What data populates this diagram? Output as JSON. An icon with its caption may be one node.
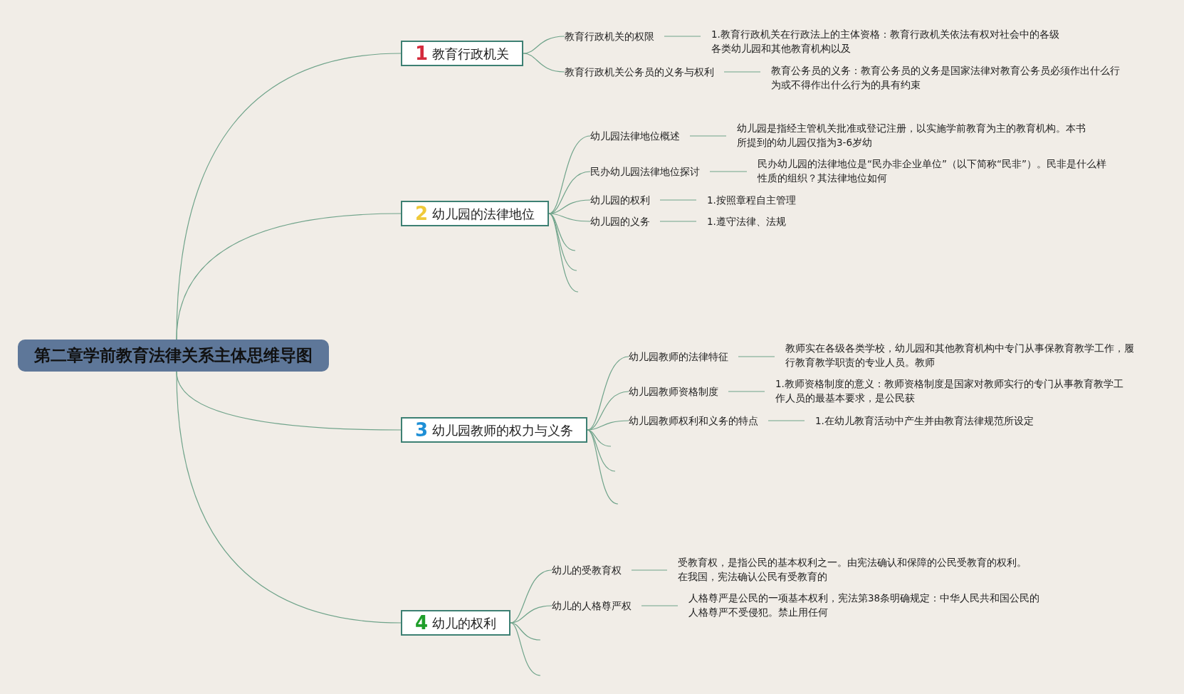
{
  "diagram": {
    "nodes": [
      {
        "text": [
          "第二章学前教育法律关系主体思维导图"
        ]
      },
      {
        "text": [
          "1",
          "教育行政机关"
        ]
      },
      {
        "text": [
          "教育行政机关的权限"
        ]
      },
      {
        "text": [
          "1.教育行政机关在行政法上的主体资格：教育行政机关依法有权对社会中的各级各类幼儿园和其他教育机构以及"
        ]
      },
      {
        "text": [
          "教育行政机关公务员的义务与权利"
        ]
      },
      {
        "text": [
          "教育公务员的义务：教育公务员的义务是国家法律对教育公务员必须作出什么行为或不得作出什么行为的具有约束"
        ]
      },
      {
        "text": [
          "2",
          "幼儿园的法律地位"
        ]
      },
      {
        "text": [
          "幼儿园法律地位概述"
        ]
      },
      {
        "text": [
          "幼儿园是指经主管机关批准或登记注册，以实施学前教育为主的教育机构。本书所提到的幼儿园仅指为3-6岁幼"
        ]
      },
      {
        "text": [
          "民办幼儿园法律地位探讨"
        ]
      },
      {
        "text": [
          "民办幼儿园的法律地位是“民办非企业单位”（以下简称“民非”）。民非是什么样性质的组织？其法律地位如何"
        ]
      },
      {
        "text": [
          "幼儿园的权利"
        ]
      },
      {
        "text": [
          "1.按照章程自主管理"
        ]
      },
      {
        "text": [
          "幼儿园的义务"
        ]
      },
      {
        "text": [
          "1.遵守法律、法规"
        ]
      },
      {
        "text": [
          "3",
          "幼儿园教师的权力与义务"
        ]
      },
      {
        "text": [
          "幼儿园教师的法律特征"
        ]
      },
      {
        "text": [
          "教师实在各级各类学校，幼儿园和其他教育机构中专门从事保教育教学工作，履行教育教学职责的专业人员。教师"
        ]
      },
      {
        "text": [
          "幼儿园教师资格制度"
        ]
      },
      {
        "text": [
          "1.教师资格制度的意义：教师资格制度是国家对教师实行的专门从事教育教学工作人员的最基本要求，是公民获"
        ]
      },
      {
        "text": [
          "幼儿园教师权利和义务的特点"
        ]
      },
      {
        "text": [
          "1.在幼儿教育活动中产生并由教育法律规范所设定"
        ]
      },
      {
        "text": [
          "4",
          "幼儿的权利"
        ]
      },
      {
        "text": [
          "幼儿的受教育权"
        ]
      },
      {
        "text": [
          "受教育权，是指公民的基本权利之一。由宪法确认和保障的公民受教育的权利。在我国，宪法确认公民有受教育的"
        ]
      },
      {
        "text": [
          "幼儿的人格尊严权"
        ]
      },
      {
        "text": [
          "人格尊严是公民的一项基本权利，宪法第38条明确规定：中华人民共和国公民的人格尊严不受侵犯。禁止用任何"
        ]
      }
    ],
    "edges": [
      {
        "from": 0,
        "to": 1,
        "arrow": "none"
      },
      {
        "from": 0,
        "to": 6,
        "arrow": "none"
      },
      {
        "from": 0,
        "to": 15,
        "arrow": "none"
      },
      {
        "from": 0,
        "to": 22,
        "arrow": "none"
      },
      {
        "from": 1,
        "to": 2,
        "arrow": "none"
      },
      {
        "from": 1,
        "to": 4,
        "arrow": "none"
      },
      {
        "from": 2,
        "to": 3,
        "arrow": "none"
      },
      {
        "from": 4,
        "to": 5,
        "arrow": "none"
      },
      {
        "from": 6,
        "to": 7,
        "arrow": "none"
      },
      {
        "from": 6,
        "to": 9,
        "arrow": "none"
      },
      {
        "from": 6,
        "to": 11,
        "arrow": "none"
      },
      {
        "from": 6,
        "to": 13,
        "arrow": "none"
      },
      {
        "from": 6,
        "to": null,
        "arrow": "none"
      },
      {
        "from": 6,
        "to": null,
        "arrow": "none"
      },
      {
        "from": 6,
        "to": null,
        "arrow": "none"
      },
      {
        "from": 7,
        "to": 8,
        "arrow": "none"
      },
      {
        "from": 9,
        "to": 10,
        "arrow": "none"
      },
      {
        "from": 11,
        "to": 12,
        "arrow": "none"
      },
      {
        "from": 13,
        "to": 14,
        "arrow": "none"
      },
      {
        "from": 15,
        "to": 16,
        "arrow": "none"
      },
      {
        "from": 15,
        "to": 18,
        "arrow": "none"
      },
      {
        "from": 15,
        "to": 20,
        "arrow": "none"
      },
      {
        "from": 15,
        "to": null,
        "arrow": "none"
      },
      {
        "from": 15,
        "to": null,
        "arrow": "none"
      },
      {
        "from": 15,
        "to": null,
        "arrow": "none"
      },
      {
        "from": 16,
        "to": 17,
        "arrow": "none"
      },
      {
        "from": 18,
        "to": 19,
        "arrow": "none"
      },
      {
        "from": 20,
        "to": 21,
        "arrow": "none"
      },
      {
        "from": 22,
        "to": 23,
        "arrow": "none"
      },
      {
        "from": 22,
        "to": 25,
        "arrow": "none"
      },
      {
        "from": 22,
        "to": null,
        "arrow": "none"
      },
      {
        "from": 22,
        "to": null,
        "arrow": "none"
      },
      {
        "from": 23,
        "to": 24,
        "arrow": "none"
      },
      {
        "from": 25,
        "to": 26,
        "arrow": "none"
      }
    ]
  }
}
